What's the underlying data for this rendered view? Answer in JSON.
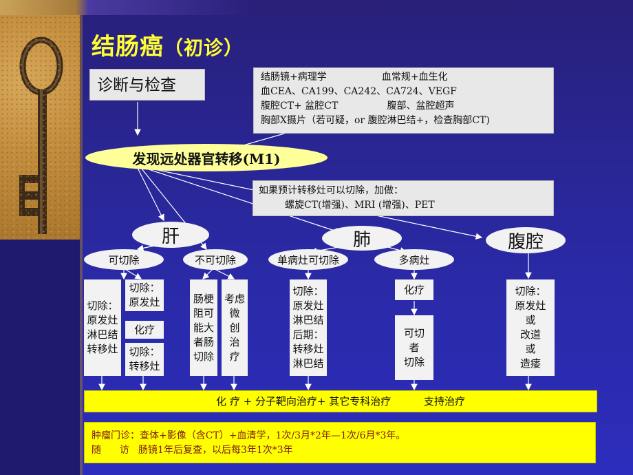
{
  "title": "结肠癌",
  "title_sub": "（初诊）",
  "diagnosis_box": "诊断与检查",
  "exam_lines": [
    "结肠镜+病理学                  血常规+血生化",
    "血CEA、CA199、CA242、CA724、VEGF",
    "腹腔CT+ 盆腔CT                腹部、盆腔超声",
    "胸部X摄片（若可疑，or 腹腔淋巴结+，检查胸部CT)"
  ],
  "m1_label": "发现远处器官转移(M1)",
  "resectable_note": {
    "line1": "如果预计转移灶可以切除，加做：",
    "line2": "螺旋CT(增强)、MRI (增强)、PET"
  },
  "organs": {
    "liver": "肝",
    "lung": "肺",
    "abdomen": "腹腔"
  },
  "liver_branches": {
    "resectable": "可切除",
    "unresectable": "不可切除"
  },
  "lung_branches": {
    "single": "单病灶可切除",
    "multiple": "多病灶"
  },
  "liver_resectable": {
    "main": "切除：\n原发灶\n淋巴结\n转移灶",
    "a": "切除：\n原发灶",
    "b": "化疗",
    "c": "切除：\n转移灶"
  },
  "liver_unresectable": {
    "a": "肠梗\n阻可\n能大\n者肠\n切除",
    "b": "考虑\n微\n创\n治\n疗"
  },
  "lung_single": "切除：\n原发灶\n淋巴结\n后期：\n转移灶\n淋巴结",
  "lung_multiple": {
    "a": "化疗",
    "b": "可切\n者\n切除"
  },
  "abdomen_box": "切除：\n原发灶\n或\n改道\n或\n造瘘",
  "therapy_bar": "化 疗 + 分子靶向治疗+ 其它专科治疗          支持治疗",
  "followup": {
    "line1": "肿瘤门诊：查体+影像（含CT）+血清学，1次/3月*2年—1次/6月*3年。",
    "line2": "随      访   肠镜1年后复查，以后每3年1次*3年"
  }
}
